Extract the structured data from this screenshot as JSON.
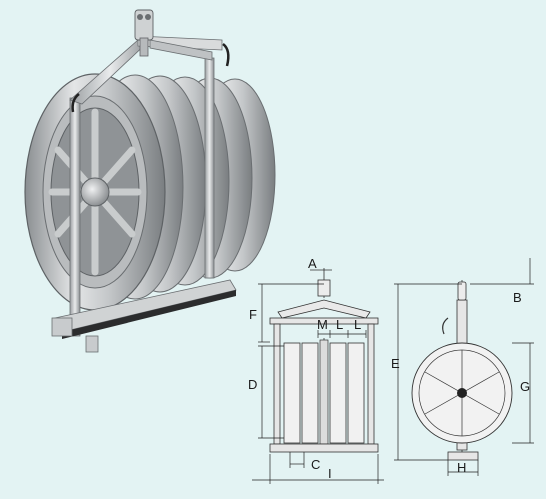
{
  "labels": {
    "A": "A",
    "B": "B",
    "C": "C",
    "D": "D",
    "E": "E",
    "F": "F",
    "G": "G",
    "H": "H",
    "I": "I",
    "L1": "L",
    "L2": "L",
    "M": "M"
  },
  "colors": {
    "background": "#e3f3f3",
    "metal_light": "#d8dadb",
    "metal_mid": "#a9acae",
    "metal_dark": "#6e7275",
    "drawing_fill": "#f2f2f2",
    "line": "#333333"
  }
}
